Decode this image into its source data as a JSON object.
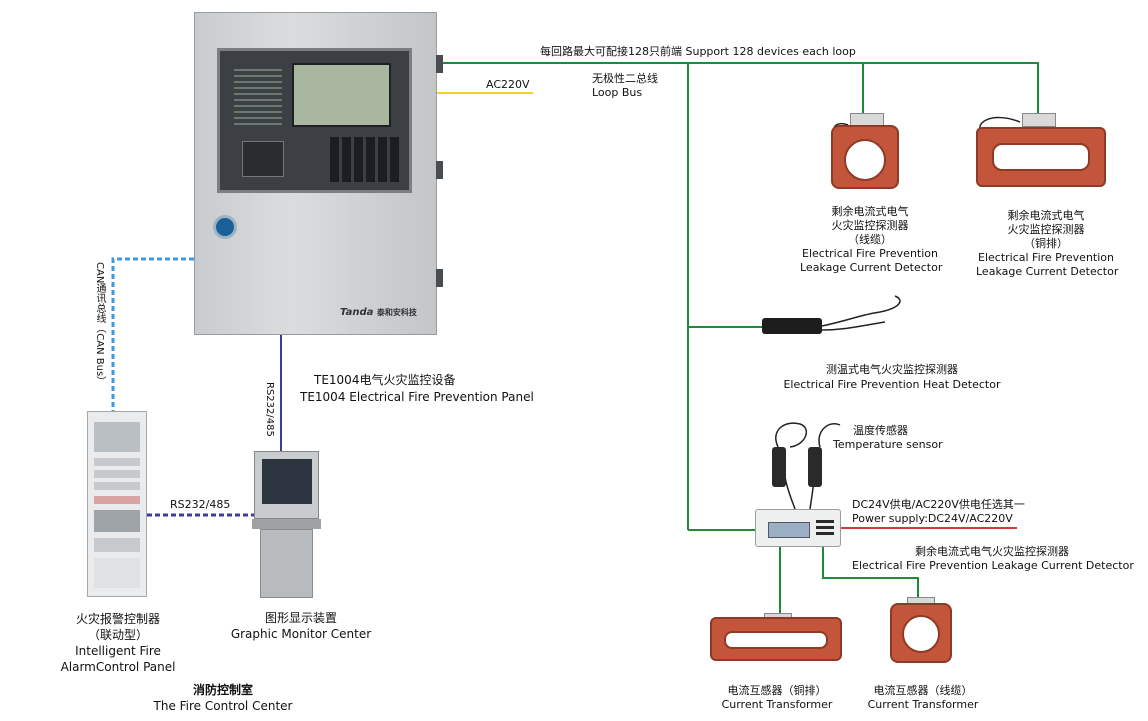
{
  "loop_note": "每回路最大可配接128只前端  Support  128  devices  each  loop",
  "ac220v": "AC220V",
  "loop_bus": {
    "cn": "无极性二总线",
    "en": "Loop Bus"
  },
  "can_bus": "CAN通讯总线（CAN Bus）",
  "rs232_485_vertical": "RS232/485",
  "rs232_485_horizontal": "RS232/485",
  "panel": {
    "brand": "Tanda",
    "brand_cn": "泰和安科技",
    "cn": "TE1004电气火灾监控设备",
    "en": "TE1004  Electrical Fire Prevention Panel"
  },
  "detector_cable": {
    "cn1": "剩余电流式电气",
    "cn2": "火灾监控探测器",
    "cn3": "（线缆）",
    "en1": "Electrical Fire Prevention",
    "en2": "Leakage Current Detector"
  },
  "detector_busbar": {
    "cn1": "剩余电流式电气",
    "cn2": "火灾监控探测器",
    "cn3": "（铜排）",
    "en1": "Electrical Fire Prevention",
    "en2": "Leakage Current Detector"
  },
  "heat_detector": {
    "cn": "测温式电气火灾监控探测器",
    "en": "Electrical Fire Prevention Heat Detector"
  },
  "temp_sensor": {
    "cn": "温度传感器",
    "en": "Temperature sensor"
  },
  "power_supply": {
    "cn": "DC24V供电/AC220V供电任选其一",
    "en": "Power supply:DC24V/AC220V"
  },
  "module_detector": {
    "cn": "剩余电流式电气火灾监控探测器",
    "en": "Electrical Fire Prevention Leakage Current Detector"
  },
  "ct_busbar": {
    "cn": "电流互感器（铜排）",
    "en": "Current  Transformer"
  },
  "ct_cable": {
    "cn": "电流互感器（线缆）",
    "en": "Current  Transformer"
  },
  "fire_alarm": {
    "cn1": "火灾报警控制器",
    "cn2": "（联动型）",
    "en1": "Intelligent Fire",
    "en2": "AlarmControl Panel"
  },
  "graphic_monitor": {
    "cn": "图形显示装置",
    "en": "Graphic Monitor Center"
  },
  "control_room": {
    "cn": "消防控制室",
    "en": "The  Fire  Control  Center"
  },
  "colors": {
    "loop": "#1f8a3a",
    "ac": "#f2d21c",
    "can": "#3a9be0",
    "rs": "#3a3aa0",
    "power": "#d63b3b"
  }
}
